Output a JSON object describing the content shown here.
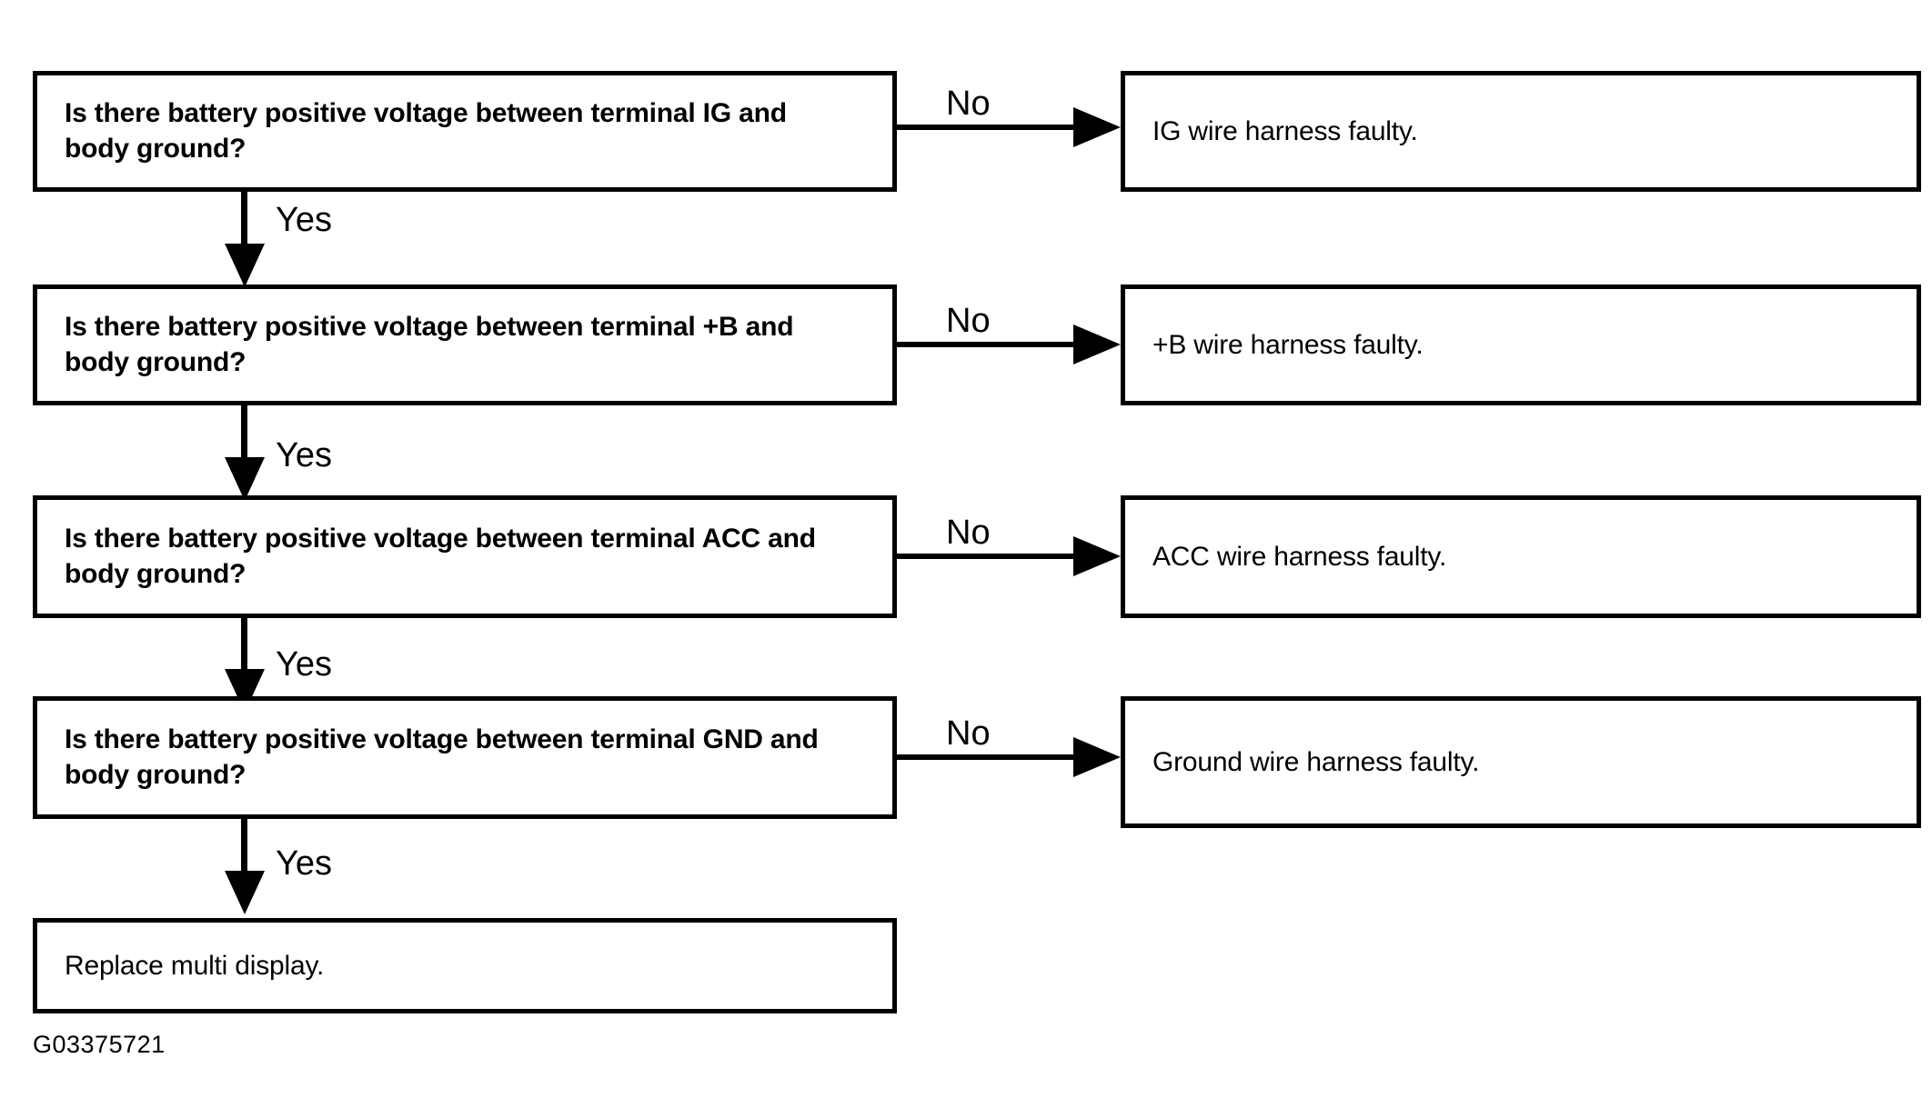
{
  "diagram": {
    "type": "troubleshooting-flowchart",
    "figure_id": "G03375721",
    "colors": {
      "line": "#000000",
      "background": "#ffffff",
      "text": "#000000"
    },
    "edge_labels": {
      "yes": "Yes",
      "no": "No"
    },
    "decisions": [
      {
        "id": "ig",
        "question": "Is there battery positive voltage between terminal IG and\nbody ground?",
        "no_result": "IG wire harness faulty.",
        "yes_label": "Yes",
        "no_label": "No"
      },
      {
        "id": "plus-b",
        "question": "Is there battery positive voltage between terminal +B and\nbody ground?",
        "no_result": "+B wire harness faulty.",
        "yes_label": "Yes",
        "no_label": "No"
      },
      {
        "id": "acc",
        "question": "Is there battery positive voltage between terminal ACC and\nbody ground?",
        "no_result": "ACC wire harness faulty.",
        "yes_label": "Yes",
        "no_label": "No"
      },
      {
        "id": "gnd",
        "question": "Is there battery positive voltage between terminal GND and\nbody ground?",
        "no_result": "Ground wire harness faulty.",
        "yes_label": "Yes",
        "no_label": "No"
      }
    ],
    "final_action": "Replace multi display."
  }
}
